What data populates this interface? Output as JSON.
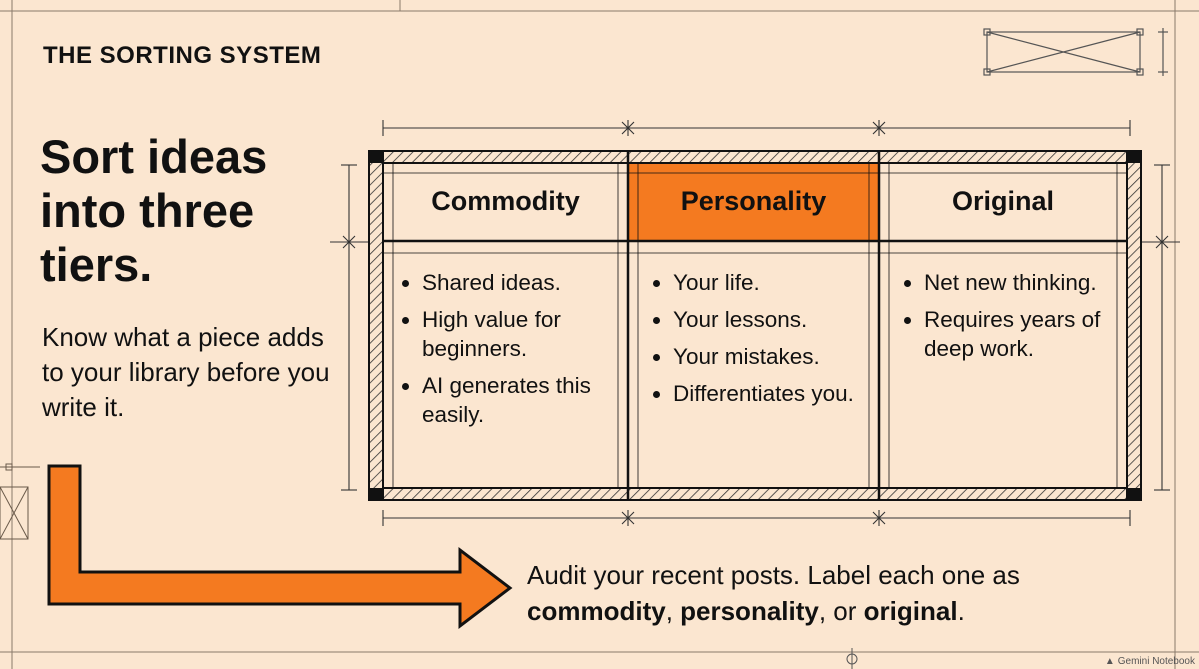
{
  "slide": {
    "eyebrow": "THE SORTING SYSTEM",
    "headline": "Sort ideas into three tiers.",
    "lede": "Know what a piece adds to your library before you write it."
  },
  "tiers": [
    {
      "title": "Commodity",
      "items": [
        "Shared ideas.",
        "High value for beginners.",
        "AI generates this easily."
      ]
    },
    {
      "title": "Personality",
      "items": [
        "Your life.",
        "Your lessons.",
        "Your mistakes.",
        "Differentiates you."
      ]
    },
    {
      "title": "Original",
      "items": [
        "Net new thinking.",
        "Requires years of deep work."
      ]
    }
  ],
  "cta": {
    "text": "Audit your recent posts. Label each one as",
    "term1": "commodity",
    "sep1": ", ",
    "term2": "personality",
    "sep2": ", or ",
    "term3": "original",
    "end": "."
  },
  "footer": {
    "watermark": "Gemini Notebook"
  },
  "colors": {
    "background": "#fbe6d0",
    "accent": "#f47a20",
    "ink": "#111111"
  }
}
